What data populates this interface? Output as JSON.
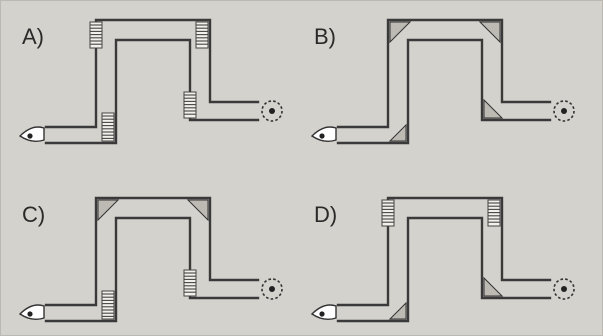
{
  "options": [
    {
      "id": "A",
      "label": "A)",
      "mirrors": [
        "hatched",
        "hatched",
        "hatched",
        "hatched"
      ]
    },
    {
      "id": "B",
      "label": "B)",
      "mirrors": [
        "wedge",
        "wedge",
        "wedge",
        "wedge"
      ]
    },
    {
      "id": "C",
      "label": "C)",
      "mirrors": [
        "wedge",
        "wedge",
        "hatched",
        "hatched"
      ]
    },
    {
      "id": "D",
      "label": "D)",
      "mirrors": [
        "hatched",
        "hatched",
        "wedge",
        "wedge"
      ]
    }
  ]
}
